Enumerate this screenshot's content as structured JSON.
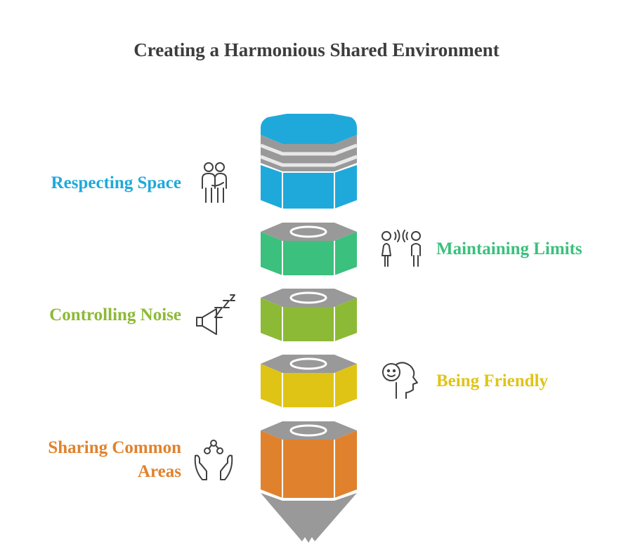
{
  "title": "Creating a Harmonious Shared Environment",
  "steps": [
    {
      "label": "Respecting Space",
      "color": "#1fa9db",
      "icon": "people-icon",
      "side": "left"
    },
    {
      "label": "Maintaining Limits",
      "color": "#3bc07d",
      "icon": "talking-people-icon",
      "side": "right"
    },
    {
      "label": "Controlling Noise",
      "color": "#8cba36",
      "icon": "speaker-sleep-icon",
      "side": "left"
    },
    {
      "label": "Being Friendly",
      "color": "#dfc416",
      "icon": "smiling-head-icon",
      "side": "right"
    },
    {
      "label_line1": "Sharing Common",
      "label_line2": "Areas",
      "color": "#e0822d",
      "icon": "sharing-hands-icon",
      "side": "left"
    }
  ],
  "colors": {
    "title": "#3d3d3d",
    "cap": "#999999",
    "cap_dark": "#858585",
    "stripe": "#e8e8e8"
  }
}
